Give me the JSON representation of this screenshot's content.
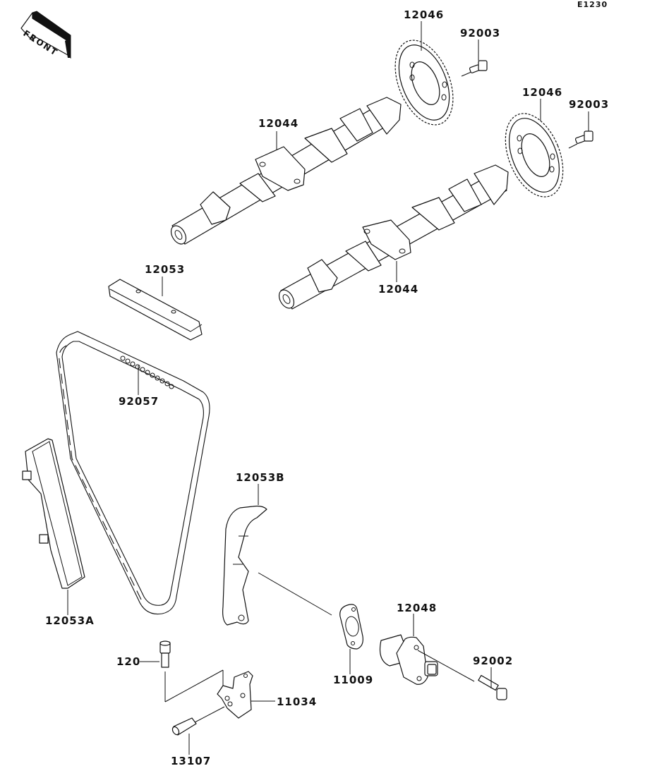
{
  "diagram": {
    "code": "E1230",
    "front_arrow_label": "FRONT",
    "parts": [
      {
        "id": "sprocket-upper",
        "label": "12046"
      },
      {
        "id": "bolt-upper",
        "label": "92003"
      },
      {
        "id": "camshaft-upper",
        "label": "12044"
      },
      {
        "id": "sprocket-lower",
        "label": "12046"
      },
      {
        "id": "bolt-lower",
        "label": "92003"
      },
      {
        "id": "camshaft-lower",
        "label": "12044"
      },
      {
        "id": "guide-top",
        "label": "12053"
      },
      {
        "id": "chain",
        "label": "92057"
      },
      {
        "id": "guide-left",
        "label": "12053A"
      },
      {
        "id": "guide-right",
        "label": "12053B"
      },
      {
        "id": "gasket",
        "label": "11009"
      },
      {
        "id": "tensioner",
        "label": "12048"
      },
      {
        "id": "tensioner-bolt",
        "label": "92002"
      },
      {
        "id": "socket-bolt",
        "label": "120"
      },
      {
        "id": "bracket",
        "label": "11034"
      },
      {
        "id": "pin",
        "label": "13107"
      }
    ]
  }
}
